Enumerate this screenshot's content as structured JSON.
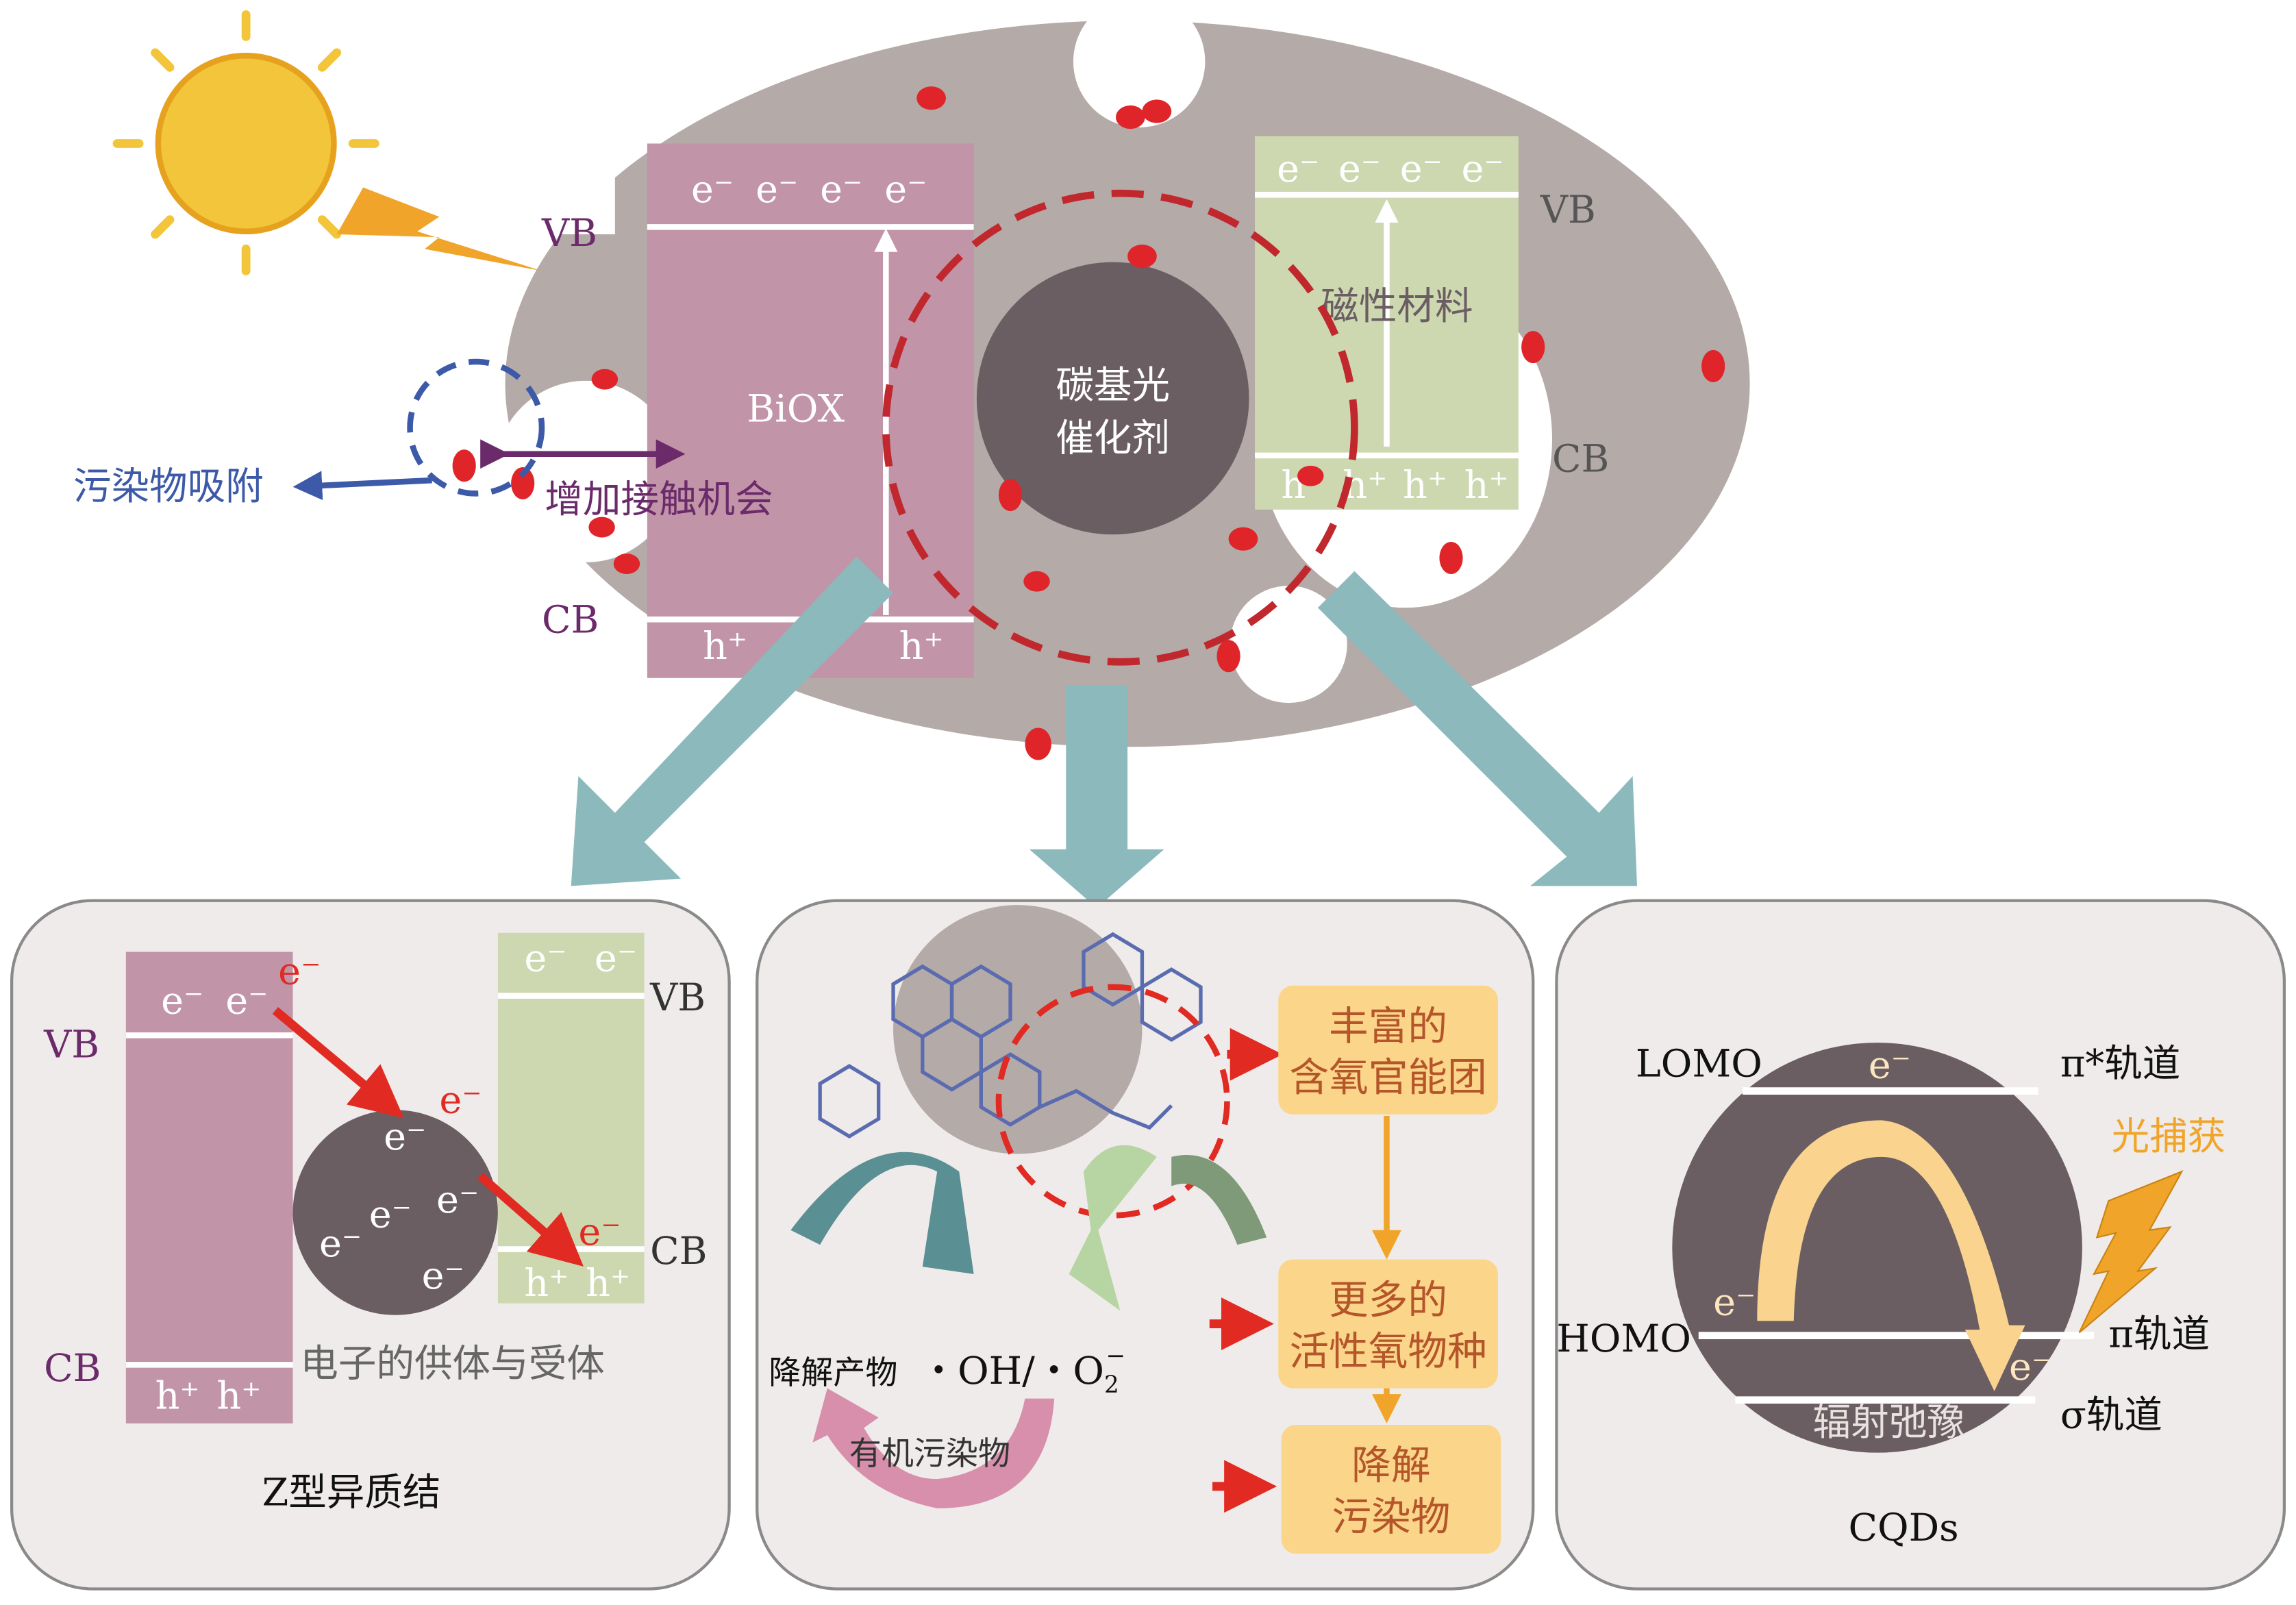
{
  "top": {
    "left_vb": "VB",
    "left_cb": "CB",
    "right_vb": "VB",
    "right_cb": "CB",
    "electron": "e⁻",
    "hole": "h⁺",
    "biox": "BiOX",
    "center_line1": "碳基光",
    "center_line2": "催化剂",
    "magnetic": "磁性材料",
    "adsorption": "污染物吸附",
    "contact": "增加接触机会"
  },
  "panel_z": {
    "vb_left": "VB",
    "cb_left": "CB",
    "vb_right": "VB",
    "cb_right": "CB",
    "electron": "e⁻",
    "hole": "h⁺",
    "donor_acceptor": "电子的供体与受体",
    "caption": "Z型异质结"
  },
  "panel_mid": {
    "box1_l1": "丰富的",
    "box1_l2": "含氧官能团",
    "box2_l1": "更多的",
    "box2_l2": "活性氧物种",
    "box3_l1": "降解",
    "box3_l2": "污染物",
    "products": "降解产物",
    "radicals": "・OH/・O",
    "radical_sub": "2",
    "radical_sup": "−",
    "organic": "有机污染物"
  },
  "panel_cqd": {
    "lomo": "LOMO",
    "homo": "HOMO",
    "pi_star": "π*轨道",
    "pi": "π轨道",
    "sigma": "σ轨道",
    "light": "光捕获",
    "relax": "辐射弛豫",
    "electron": "e⁻",
    "caption": "CQDs"
  },
  "colors": {
    "blob": "#b4aaa8",
    "biox": "#c194a8",
    "magnetic": "#cdd8b0",
    "carbon": "#6a5e63",
    "dashed_red": "#c0282e",
    "teal_arrow": "#8bb9bc",
    "box": "#fbd58a",
    "purple_text": "#6b2a6a"
  }
}
